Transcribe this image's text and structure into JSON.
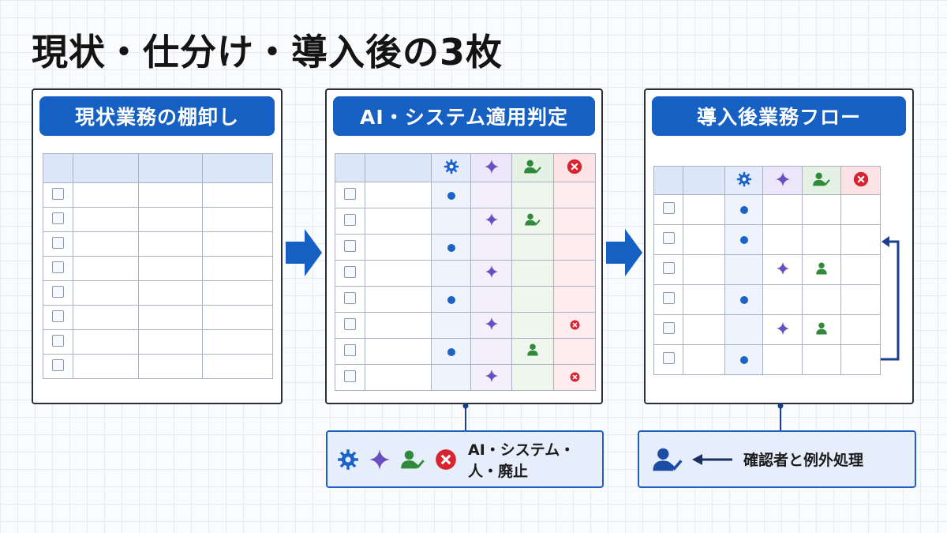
{
  "title": "現状・仕分け・導入後の3枚",
  "panels": {
    "current": {
      "header": "現状業務の棚卸し",
      "rows": 8
    },
    "judge": {
      "header": "AI・システム適用判定",
      "columns": [
        "gear-icon",
        "sparkle-icon",
        "person-check-icon",
        "x-circle-icon"
      ],
      "rows": [
        {
          "mark": "system"
        },
        {
          "mark": "ai+human"
        },
        {
          "mark": "system"
        },
        {
          "mark": "ai"
        },
        {
          "mark": "system"
        },
        {
          "mark": "ai+delete"
        },
        {
          "mark": "system+human"
        },
        {
          "mark": "ai+delete"
        }
      ]
    },
    "after": {
      "header": "導入後業務フロー",
      "rows": [
        {
          "mark": "system"
        },
        {
          "mark": "system"
        },
        {
          "mark": "ai+human"
        },
        {
          "mark": "system"
        },
        {
          "mark": "ai+human"
        },
        {
          "mark": "system"
        }
      ]
    }
  },
  "legend": {
    "text": "AI・システム・人・廃止"
  },
  "reviewer": {
    "text": "確認者と例外処理"
  },
  "colors": {
    "header_blue": "#1560c2",
    "system": "#1a63c8",
    "ai": "#6a4fc4",
    "human": "#2f8a3a",
    "delete": "#d8242f"
  }
}
